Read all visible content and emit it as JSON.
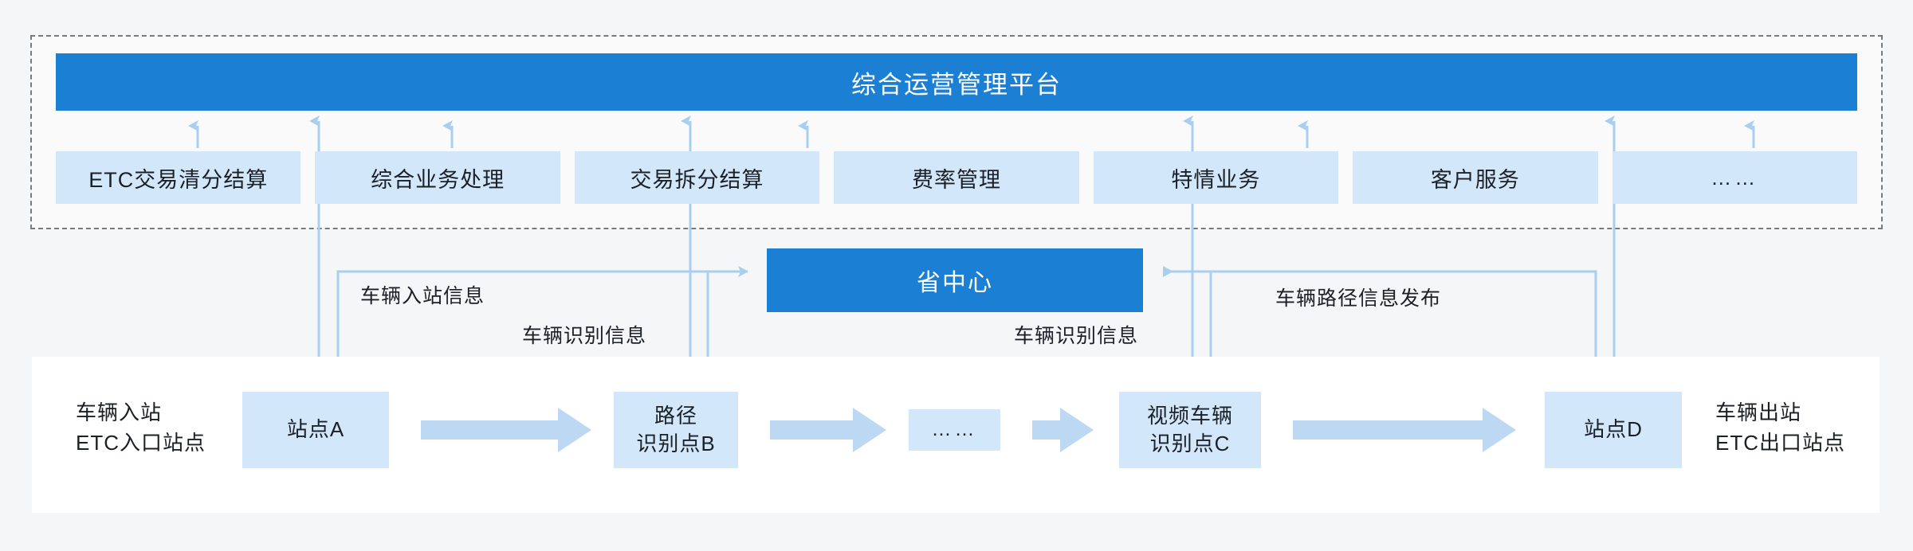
{
  "diagram": {
    "background_color": "#f5f6f7",
    "accent_color": "#1b7fd4",
    "node_fill_color": "#d3e7fb",
    "wire_color": "#a9cff0"
  },
  "platform": {
    "title": "综合运营管理平台"
  },
  "modules": [
    {
      "label": "ETC交易清分结算"
    },
    {
      "label": "综合业务处理"
    },
    {
      "label": "交易拆分结算"
    },
    {
      "label": "费率管理"
    },
    {
      "label": "特情业务"
    },
    {
      "label": "客户服务"
    },
    {
      "label": "……"
    }
  ],
  "province_center": {
    "title": "省中心"
  },
  "flow": {
    "entry_label": "车辆入站\nETC入口站点",
    "entry_label_line1": "车辆入站",
    "entry_label_line2": "ETC入口站点",
    "exit_label_line1": "车辆出站",
    "exit_label_line2": "ETC出口站点",
    "nodes": [
      {
        "label": "站点A",
        "line1": "站点A",
        "line2": ""
      },
      {
        "label": "路径识别点B",
        "line1": "路径",
        "line2": "识别点B"
      },
      {
        "label": "……",
        "line1": "……",
        "line2": ""
      },
      {
        "label": "视频车辆识别点C",
        "line1": "视频车辆",
        "line2": "识别点C"
      },
      {
        "label": "站点D",
        "line1": "站点D",
        "line2": ""
      }
    ]
  },
  "wire_labels": {
    "vehicle_entry_info": "车辆入站信息",
    "vehicle_recognition_info_left": "车辆识别信息",
    "vehicle_recognition_info_right": "车辆识别信息",
    "vehicle_route_publish": "车辆路径信息发布"
  }
}
